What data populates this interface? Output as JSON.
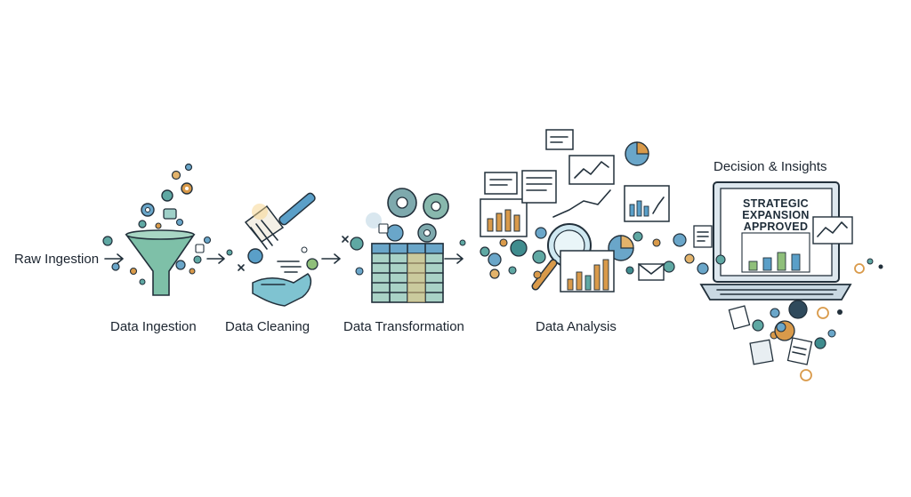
{
  "input_label": "Raw Ingestion",
  "stages": [
    {
      "id": "ingestion",
      "label": "Data Ingestion"
    },
    {
      "id": "cleaning",
      "label": "Data Cleaning"
    },
    {
      "id": "transformation",
      "label": "Data Transformation"
    },
    {
      "id": "analysis",
      "label": "Data Analysis"
    },
    {
      "id": "decision",
      "label": "Decision & Insights"
    }
  ],
  "laptop_screen": {
    "line1": "STRATEGIC",
    "line2": "EXPANSION",
    "line3": "APPROVED"
  },
  "colors": {
    "teal": "#5fa8a3",
    "teal_dark": "#3f8c8e",
    "blue": "#5a9fc8",
    "orange": "#d99a4a",
    "green": "#8fbf7a",
    "ink": "#22303b"
  },
  "icons": [
    "funnel-icon",
    "gear-icon",
    "broom-icon",
    "hand-icon",
    "spreadsheet-icon",
    "magnifier-icon",
    "bar-chart-icon",
    "pie-chart-icon",
    "line-chart-icon",
    "laptop-icon",
    "document-icon",
    "envelope-icon",
    "arrow-icon"
  ]
}
